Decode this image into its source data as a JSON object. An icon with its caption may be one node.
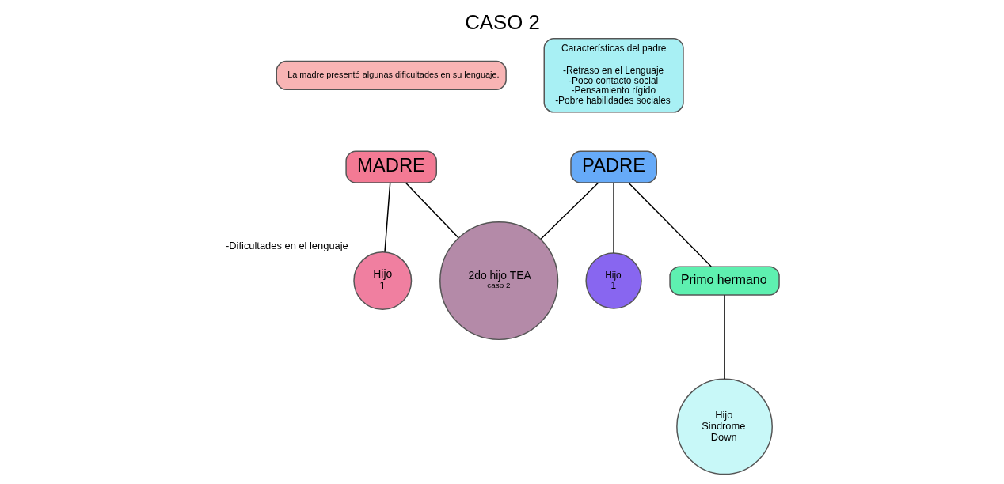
{
  "diagram": {
    "title": "CASO 2",
    "nodes": [
      {
        "text": [
          "La madre presentó algunas dificultades en su lenguaje."
        ]
      },
      {
        "text": [
          "MADRE"
        ]
      },
      {
        "text": [
          "Hijo 1"
        ],
        "beside": [
          "-Dificultades en el lenguaje"
        ]
      },
      {
        "text": [
          "2do hijo TEA",
          "caso 2"
        ]
      },
      {
        "text": [
          "PADRE"
        ]
      },
      {
        "text": [
          "Características del padre",
          "-Retraso en el Lenguaje -Poco contacto social -Pensamiento rígido -Pobre habilidades sociales"
        ]
      },
      {
        "text": [
          "Hijo 1"
        ]
      },
      {
        "text": [
          "Primo hermano"
        ]
      },
      {
        "text": [
          "Hijo Sindrome Down"
        ]
      }
    ],
    "edges": [
      {
        "from": 1,
        "to": 2,
        "arrow": "none"
      },
      {
        "from": 1,
        "to": 3,
        "arrow": "none"
      },
      {
        "from": 4,
        "to": 3,
        "arrow": "none"
      },
      {
        "from": 4,
        "to": 6,
        "arrow": "none"
      },
      {
        "from": 4,
        "to": 7,
        "arrow": "none"
      },
      {
        "from": 7,
        "to": 8,
        "arrow": "none"
      }
    ]
  }
}
